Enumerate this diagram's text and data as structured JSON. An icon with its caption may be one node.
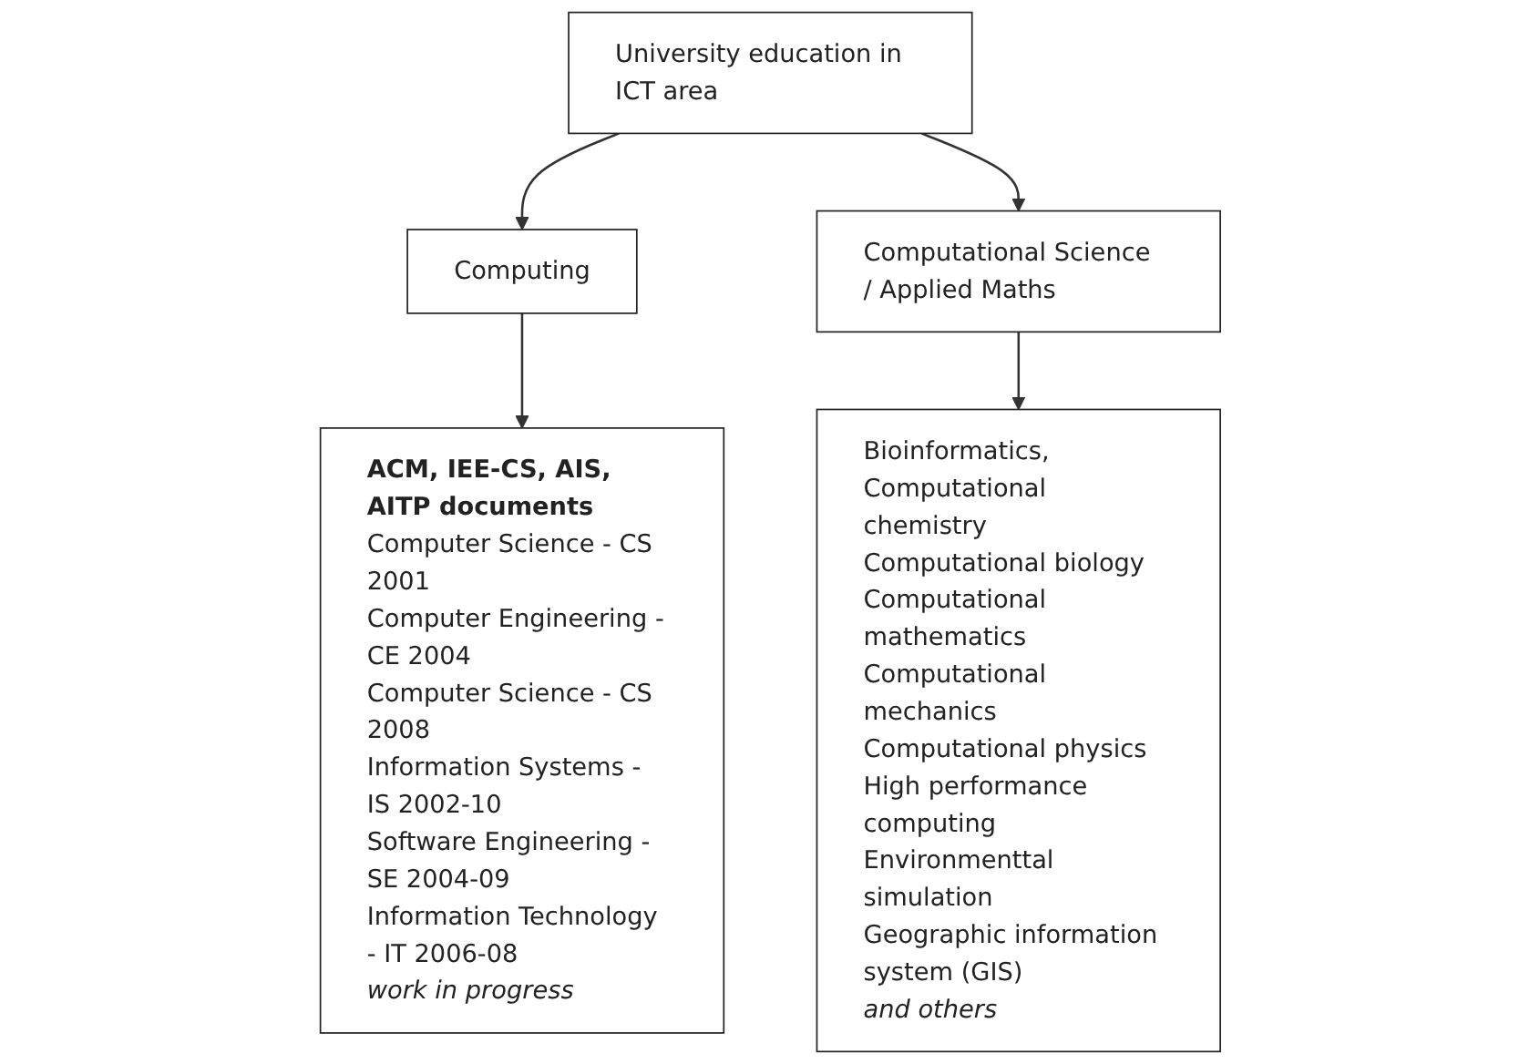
{
  "diagram": {
    "nodes": [
      {
        "text": [
          "University education in ICT area"
        ]
      },
      {
        "text": [
          "Computing"
        ]
      },
      {
        "text": [
          "Computational Science / Applied Maths"
        ]
      },
      {
        "text": [
          "ACM, IEE-CS, AIS, AITP documents",
          "Computer Science - CS 2001",
          "Computer Engineering - CE 2004",
          "Computer Science - CS 2008",
          "Information Systems - IS 2002-10",
          "Software Engineering - SE 2004-09",
          "Information Technology - IT 2006-08",
          "work in progress"
        ]
      },
      {
        "text": [
          "Bioinformatics,",
          "Computational chemistry",
          "Computational biology",
          "Computational mathematics",
          "Computational mechanics",
          "Computational physics",
          "High performance computing",
          "Environmenttal simulation",
          "Geographic information system (GIS)",
          "and others"
        ]
      }
    ],
    "edges": [
      {
        "from": 0,
        "to": 1,
        "arrow": "to"
      },
      {
        "from": 0,
        "to": 2,
        "arrow": "to"
      },
      {
        "from": 1,
        "to": 3,
        "arrow": "to"
      },
      {
        "from": 2,
        "to": 4,
        "arrow": "to"
      }
    ]
  }
}
